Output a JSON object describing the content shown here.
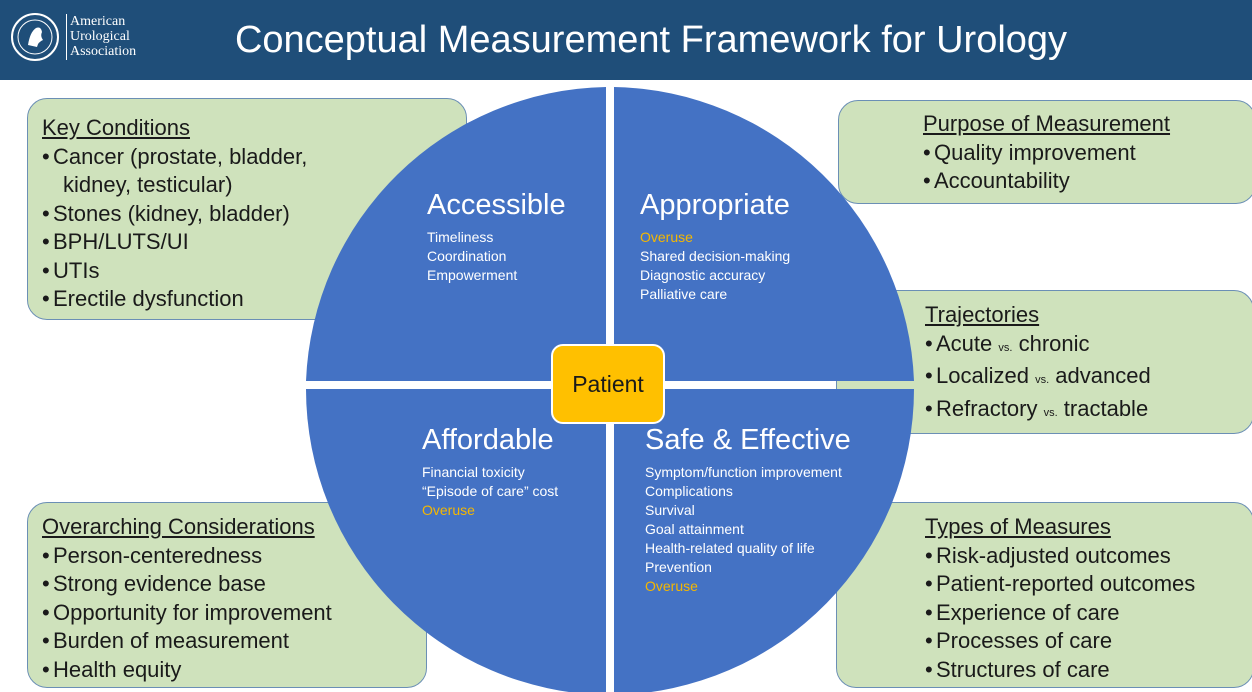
{
  "header": {
    "logo_lines": [
      "American",
      "Urological",
      "Association"
    ],
    "title": "Conceptual Measurement Framework for Urology",
    "background_color": "#1f4e79"
  },
  "key_conditions": {
    "heading": "Key Conditions",
    "items": [
      {
        "line1": "Cancer (prostate, bladder,",
        "line2": "kidney, testicular)"
      },
      {
        "line1": "Stones (kidney, bladder)"
      },
      {
        "line1": "BPH/LUTS/UI"
      },
      {
        "line1": "UTIs"
      },
      {
        "line1": "Erectile dysfunction"
      }
    ]
  },
  "overarching": {
    "heading": "Overarching Considerations",
    "items": [
      "Person-centeredness",
      "Strong evidence base",
      "Opportunity for improvement",
      "Burden of measurement",
      "Health equity"
    ]
  },
  "purpose": {
    "heading": "Purpose of Measurement",
    "items": [
      "Quality improvement",
      "Accountability"
    ]
  },
  "trajectories": {
    "heading": "Trajectories",
    "items": [
      {
        "a": "Acute",
        "vs": "vs.",
        "b": "chronic"
      },
      {
        "a": "Localized",
        "vs": "vs.",
        "b": "advanced"
      },
      {
        "a": "Refractory",
        "vs": "vs.",
        "b": "tractable"
      }
    ]
  },
  "types": {
    "heading": "Types of Measures",
    "items": [
      "Risk-adjusted outcomes",
      "Patient-reported outcomes",
      "Experience of care",
      "Processes of care",
      "Structures of care"
    ]
  },
  "quadrants": {
    "accessible": {
      "title": "Accessible",
      "items": [
        "Timeliness",
        "Coordination",
        "Empowerment"
      ]
    },
    "appropriate": {
      "title": "Appropriate",
      "items": [
        "Overuse",
        "Shared decision-making",
        "Diagnostic accuracy",
        "Palliative care"
      ]
    },
    "affordable": {
      "title": "Affordable",
      "items": [
        "Financial toxicity",
        "“Episode of care” cost",
        "Overuse"
      ]
    },
    "safe_effective": {
      "title": "Safe & Effective",
      "items": [
        "Symptom/function improvement",
        "Complications",
        "Survival",
        "Goal attainment",
        "Health-related quality of life",
        "Prevention",
        "Overuse"
      ]
    }
  },
  "center": {
    "label": "Patient"
  },
  "colors": {
    "circle_blue": "#4472c4",
    "box_green": "#cfe2bc",
    "highlight_gold": "#f5b700",
    "patient_yellow": "#ffc000"
  }
}
